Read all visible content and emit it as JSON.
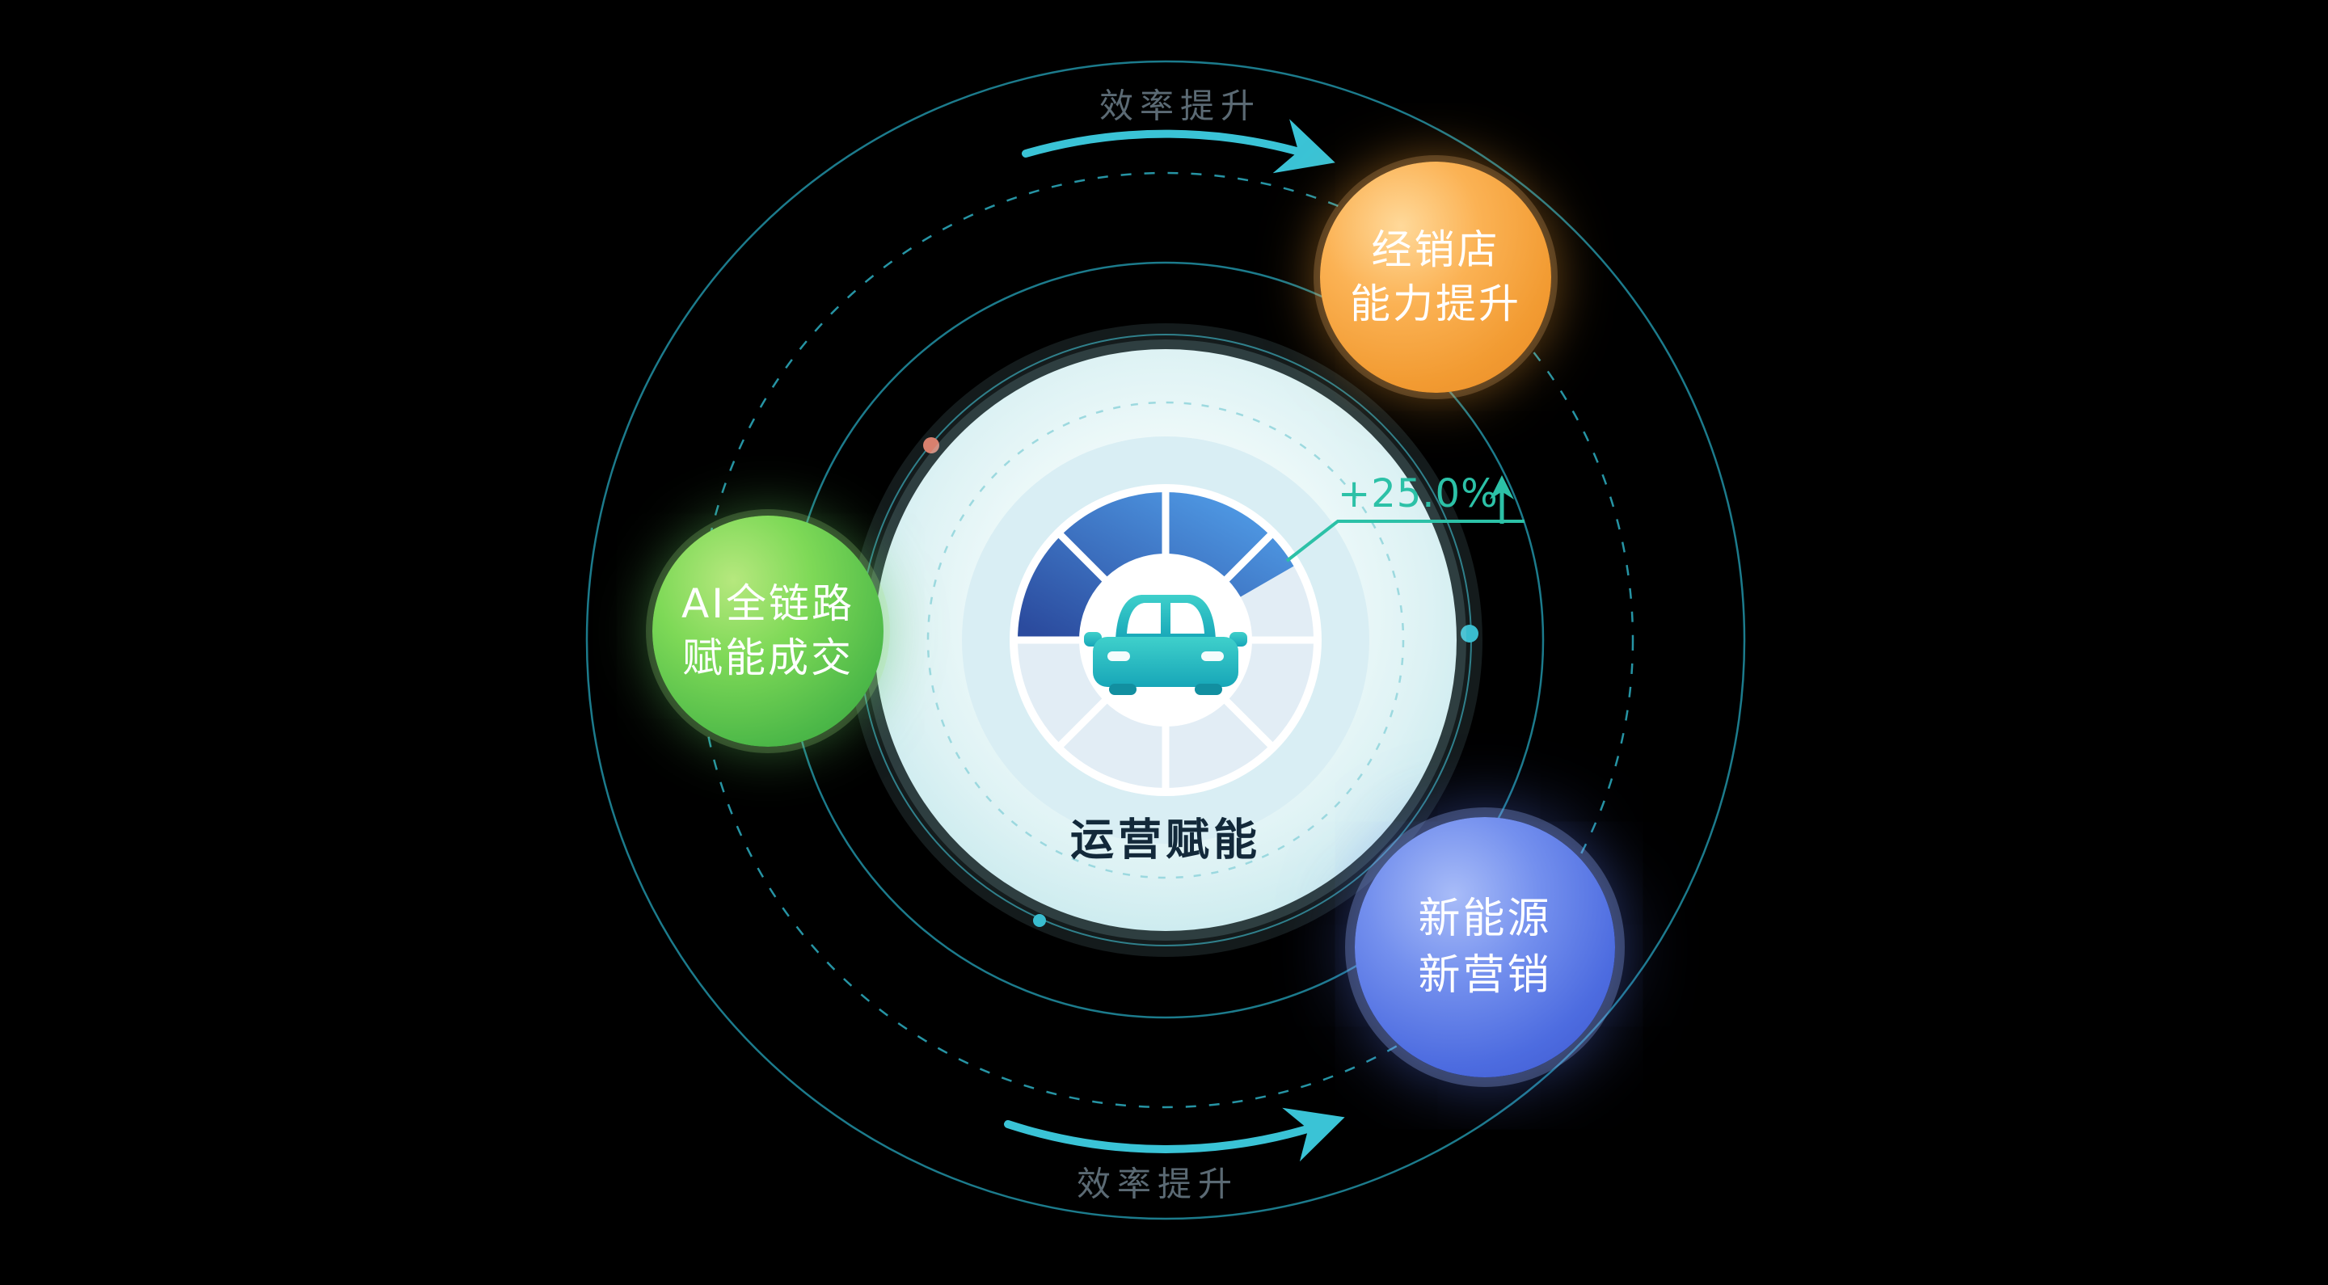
{
  "diagram": {
    "center": {
      "label": "运营赋能",
      "metric": "+25.0%"
    },
    "bubbles": {
      "green": {
        "line1": "AI全链路",
        "line2": "赋能成交"
      },
      "orange": {
        "line1": "经销店",
        "line2": "能力提升"
      },
      "blue": {
        "line1": "新能源",
        "line2": "新营销"
      }
    },
    "orbit_labels": {
      "top": "效率提升",
      "bottom": "效率提升"
    },
    "icons": {
      "center": "car-icon",
      "gauge": "speedometer-gauge",
      "arrows": "curved-efficiency-arrows"
    },
    "colors": {
      "background": "#000000",
      "orbit_teal": "#1e8294",
      "arrow_teal": "#3ac3d6",
      "metric_green": "#2cc1a7",
      "bubble_green": "#62c462",
      "bubble_orange": "#f5a033",
      "bubble_blue": "#4d6ce0",
      "gauge_blue": "#3a6fd0",
      "car_teal": "#23b6c0"
    }
  }
}
